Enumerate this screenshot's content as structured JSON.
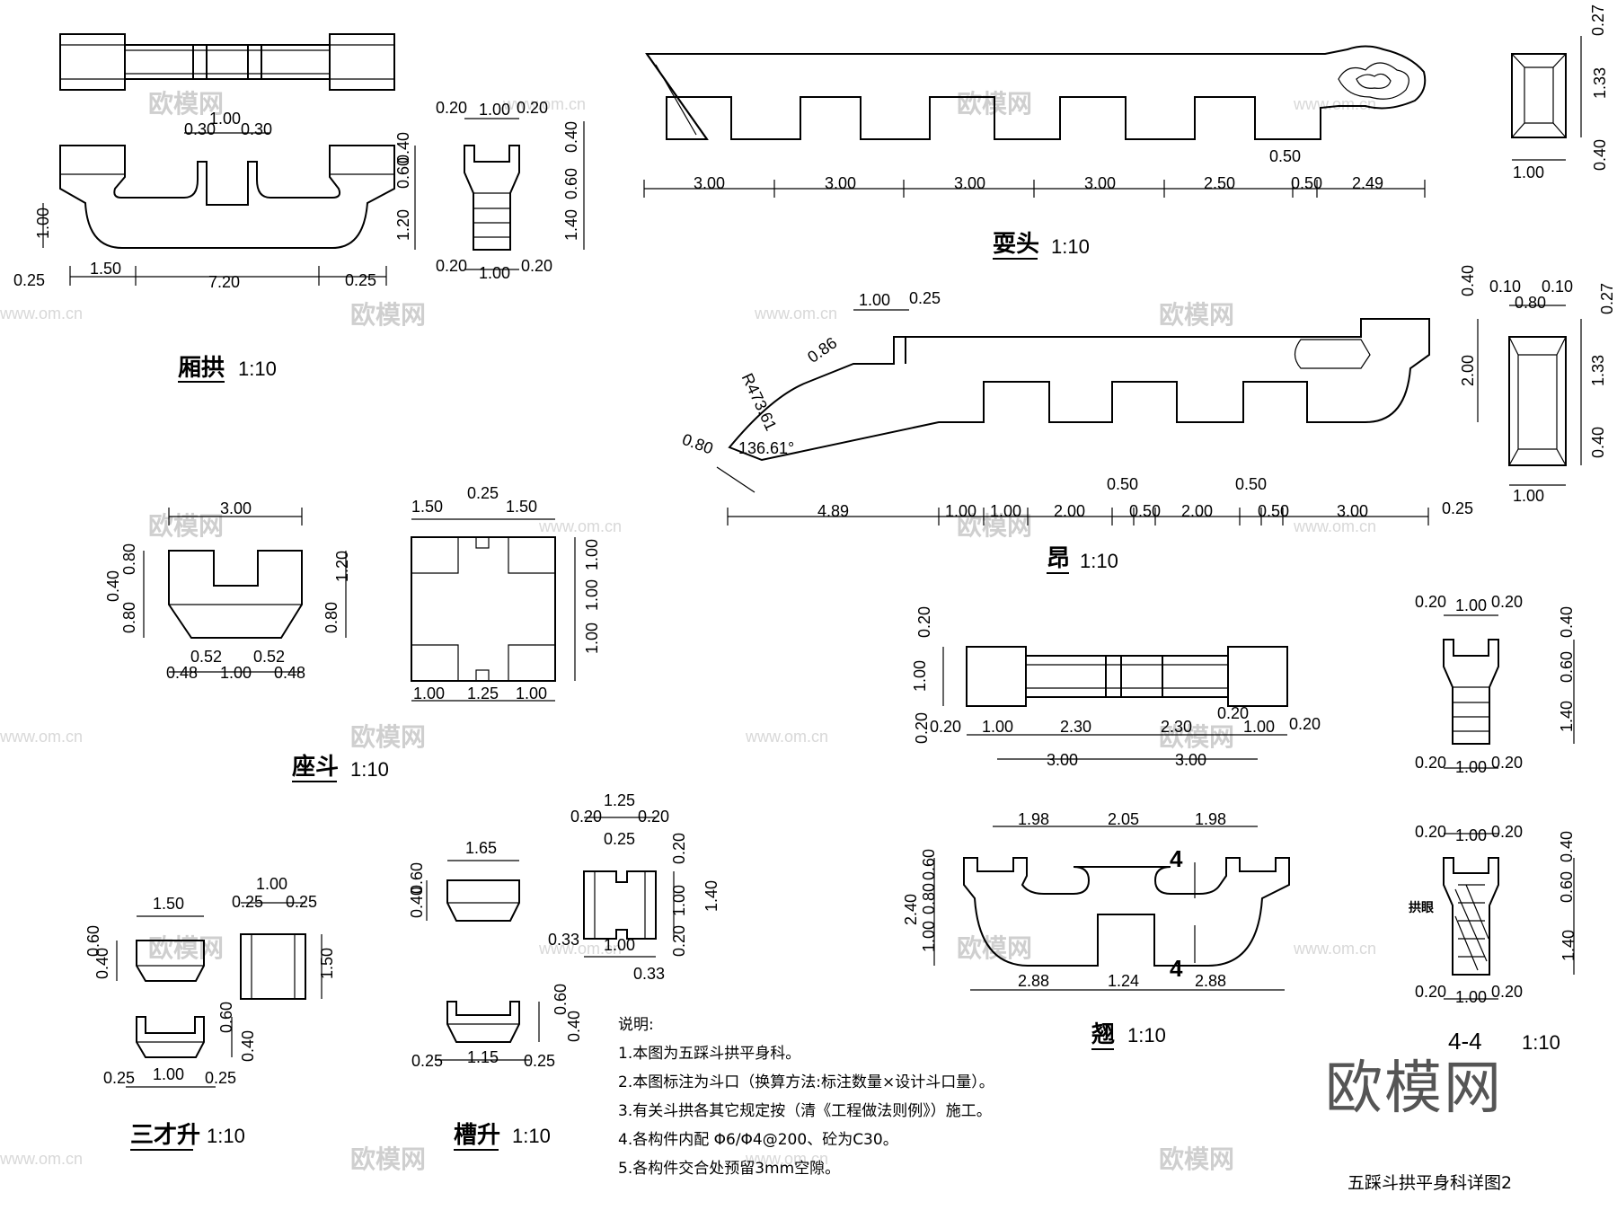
{
  "components": {
    "xianggong": {
      "title": "厢拱",
      "scale": "1:10",
      "dims": [
        "1.00",
        "0.30",
        "0.30",
        "1.00",
        "0.25",
        "1.50",
        "7.20",
        "0.25"
      ]
    },
    "xianggong_side": {
      "dims": [
        "0.20",
        "1.00",
        "0.20",
        "0.40",
        "0.60",
        "1.20",
        "0.20",
        "1.00",
        "0.20",
        "0.40",
        "0.60",
        "1.40"
      ]
    },
    "shuaitou": {
      "title": "耍头",
      "scale": "1:10",
      "dims": [
        "3.00",
        "3.00",
        "3.00",
        "3.00",
        "2.50",
        "0.50",
        "2.49",
        "0.50"
      ]
    },
    "shuaitou_side": {
      "dims": [
        "0.27",
        "1.33",
        "0.40",
        "1.00"
      ]
    },
    "ang": {
      "title": "昂",
      "scale": "1:10",
      "dims": [
        "1.00",
        "0.25",
        "0.86",
        "R473.61",
        "136.61°",
        "0.80",
        "4.89",
        "1.00",
        "1.00",
        "2.00",
        "0.50",
        "2.00",
        "0.50",
        "3.00",
        "0.25",
        "0.50",
        "0.50"
      ]
    },
    "ang_side": {
      "dims": [
        "0.40",
        "2.00",
        "0.10",
        "0.80",
        "0.10",
        "0.27",
        "1.33",
        "0.40",
        "1.00"
      ]
    },
    "zuodou": {
      "title": "座斗",
      "scale": "1:10",
      "dims": [
        "3.00",
        "0.40",
        "0.80",
        "0.80",
        "1.20",
        "0.80",
        "0.52",
        "0.52",
        "0.48",
        "1.00",
        "0.48"
      ]
    },
    "zuodou_plan": {
      "dims": [
        "1.50",
        "0.25",
        "1.50",
        "1.00",
        "1.00",
        "1.00",
        "1.00",
        "1.25",
        "1.00"
      ]
    },
    "qiao": {
      "title": "翘",
      "scale": "1:10",
      "dims": [
        "0.20",
        "1.00",
        "0.20",
        "0.20",
        "1.00",
        "2.30",
        "2.30",
        "1.00",
        "0.20",
        "0.20",
        "3.00",
        "3.00",
        "1.98",
        "2.05",
        "1.98",
        "2.40",
        "0.60",
        "0.80",
        "1.00",
        "2.88",
        "1.24",
        "2.88",
        "4",
        "4"
      ]
    },
    "qiao_side": {
      "dims": [
        "0.20",
        "1.00",
        "0.20",
        "0.40",
        "0.60",
        "1.40",
        "0.20",
        "1.00",
        "0.20"
      ]
    },
    "section44": {
      "title": "4-4",
      "scale": "1:10",
      "label": "拱眼",
      "dims": [
        "0.20",
        "1.00",
        "0.20",
        "0.40",
        "0.60",
        "1.40",
        "0.20",
        "1.00",
        "0.20"
      ]
    },
    "sancaisheng": {
      "title": "三才升",
      "scale": "1:10",
      "dims": [
        "1.50",
        "0.60",
        "0.40",
        "1.00",
        "0.25",
        "0.25",
        "1.50",
        "0.60",
        "0.40",
        "0.25",
        "1.00",
        "0.25"
      ]
    },
    "caosheng": {
      "title": "槽升",
      "scale": "1:10",
      "dims": [
        "1.65",
        "0.40",
        "0.60",
        "1.25",
        "0.20",
        "0.20",
        "0.25",
        "0.20",
        "1.00",
        "1.40",
        "0.20",
        "0.33",
        "1.00",
        "0.33",
        "0.60",
        "0.40",
        "0.25",
        "1.15",
        "0.25"
      ]
    }
  },
  "notes": {
    "heading": "说明:",
    "items": [
      "1.本图为五踩斗拱平身科。",
      "2.本图标注为斗口（换算方法:标注数量×设计斗口量）。",
      "3.有关斗拱各其它规定按（清《工程做法则例》）施工。",
      "4.各构件内配 Φ6/Φ4@200、砼为C30。",
      "5.各构件交合处预留3mm空隙。"
    ]
  },
  "sheet_title": "五踩斗拱平身科详图2",
  "watermark": {
    "brand": "欧模网",
    "url": "www.om.cn"
  }
}
